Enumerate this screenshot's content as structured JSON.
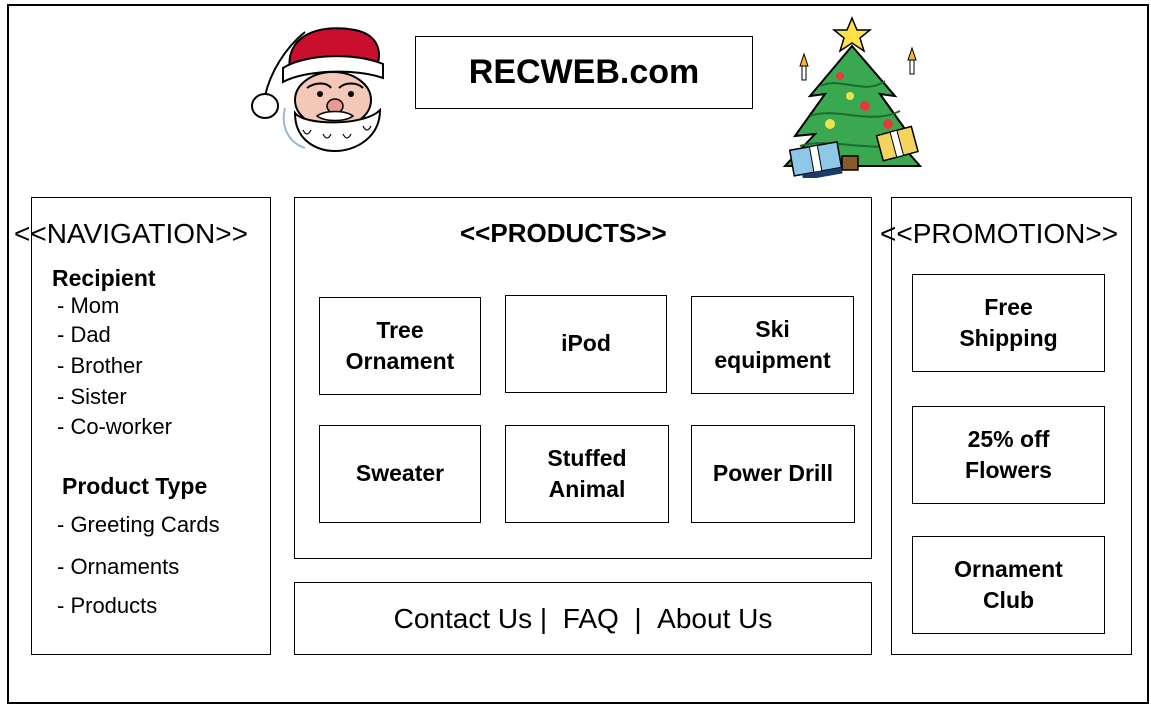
{
  "site_title": "RECWEB.com",
  "navigation": {
    "heading": "<<NAVIGATION>>",
    "recipient_heading": "Recipient",
    "recipients": [
      "- Mom",
      "- Dad",
      "- Brother",
      "- Sister",
      "- Co-worker"
    ],
    "product_type_heading": "Product Type",
    "product_types": [
      "- Greeting Cards",
      "- Ornaments",
      "- Products"
    ]
  },
  "products": {
    "heading": "<<PRODUCTS>>",
    "items": [
      {
        "label": "Tree\nOrnament"
      },
      {
        "label": "iPod"
      },
      {
        "label": "Ski\nequipment"
      },
      {
        "label": "Sweater"
      },
      {
        "label": "Stuffed\nAnimal"
      },
      {
        "label": "Power Drill"
      }
    ]
  },
  "promotion": {
    "heading": "<<PROMOTION>>",
    "items": [
      {
        "label": "Free\nShipping"
      },
      {
        "label": "25% off\nFlowers"
      },
      {
        "label": "Ornament\nClub"
      }
    ]
  },
  "footer": {
    "contact": "Contact Us",
    "sep1": " |  ",
    "faq": "FAQ",
    "sep2": "  |  ",
    "about": "About Us"
  },
  "clipart": {
    "left": "santa-clipart-icon",
    "right": "christmas-tree-clipart-icon"
  }
}
